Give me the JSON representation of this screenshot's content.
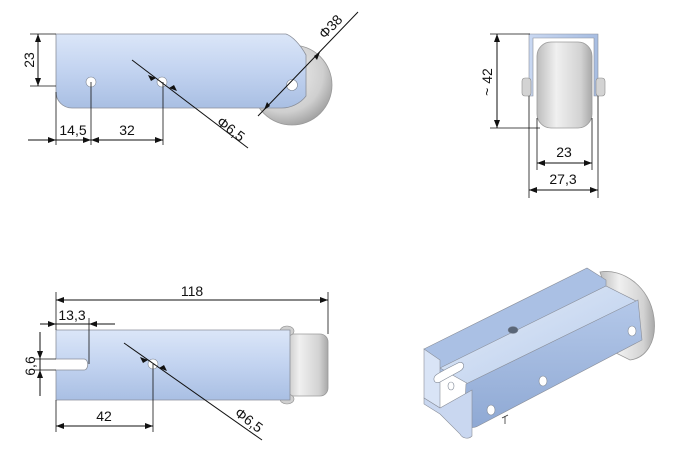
{
  "views": {
    "side_top": {
      "dims": {
        "height": "23",
        "hole_offset": "14,5",
        "hole_spacing": "32",
        "hole_diameter": "Φ6,5",
        "wheel_diameter": "Φ38"
      }
    },
    "end": {
      "dims": {
        "total_height": "~ 42",
        "wheel_width": "23",
        "overall_width": "27,3"
      }
    },
    "side_bottom": {
      "dims": {
        "length": "118",
        "slot_depth": "13,3",
        "slot_width": "6,6",
        "hole_position": "42",
        "hole_diameter": "Φ6,5"
      }
    },
    "isometric": {}
  },
  "colors": {
    "bracket": "#bcd0ee",
    "bracket_shade": "#9fb6dc",
    "wheel": "#d6d6d6",
    "wheel_dark": "#a9a9a9",
    "line": "#111111"
  }
}
